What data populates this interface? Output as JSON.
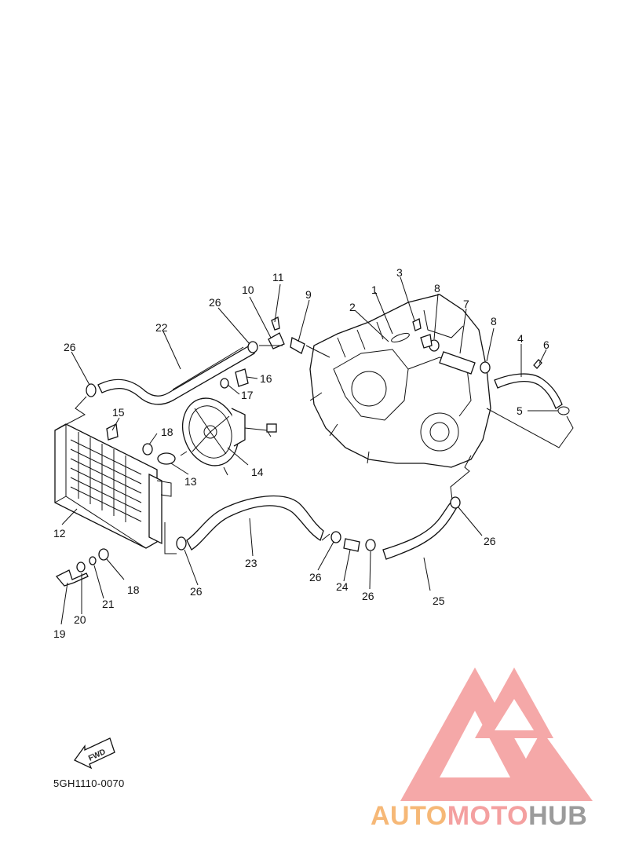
{
  "diagram": {
    "part_callouts": [
      "1",
      "2",
      "3",
      "4",
      "5",
      "6",
      "7",
      "8",
      "8",
      "9",
      "10",
      "11",
      "12",
      "13",
      "14",
      "15",
      "16",
      "17",
      "18",
      "18",
      "19",
      "20",
      "21",
      "22",
      "23",
      "24",
      "25",
      "26",
      "26",
      "26",
      "26",
      "26",
      "26"
    ],
    "fwd_label": "FWD",
    "diagram_code": "5GH1110-0070"
  },
  "watermark": {
    "part_a": "AUTO",
    "part_b": "MOTO",
    "part_c": "HUB",
    "colors": {
      "orange": "#f6b877",
      "pink": "#f4a0a0",
      "gray": "#9b9b9b"
    }
  }
}
